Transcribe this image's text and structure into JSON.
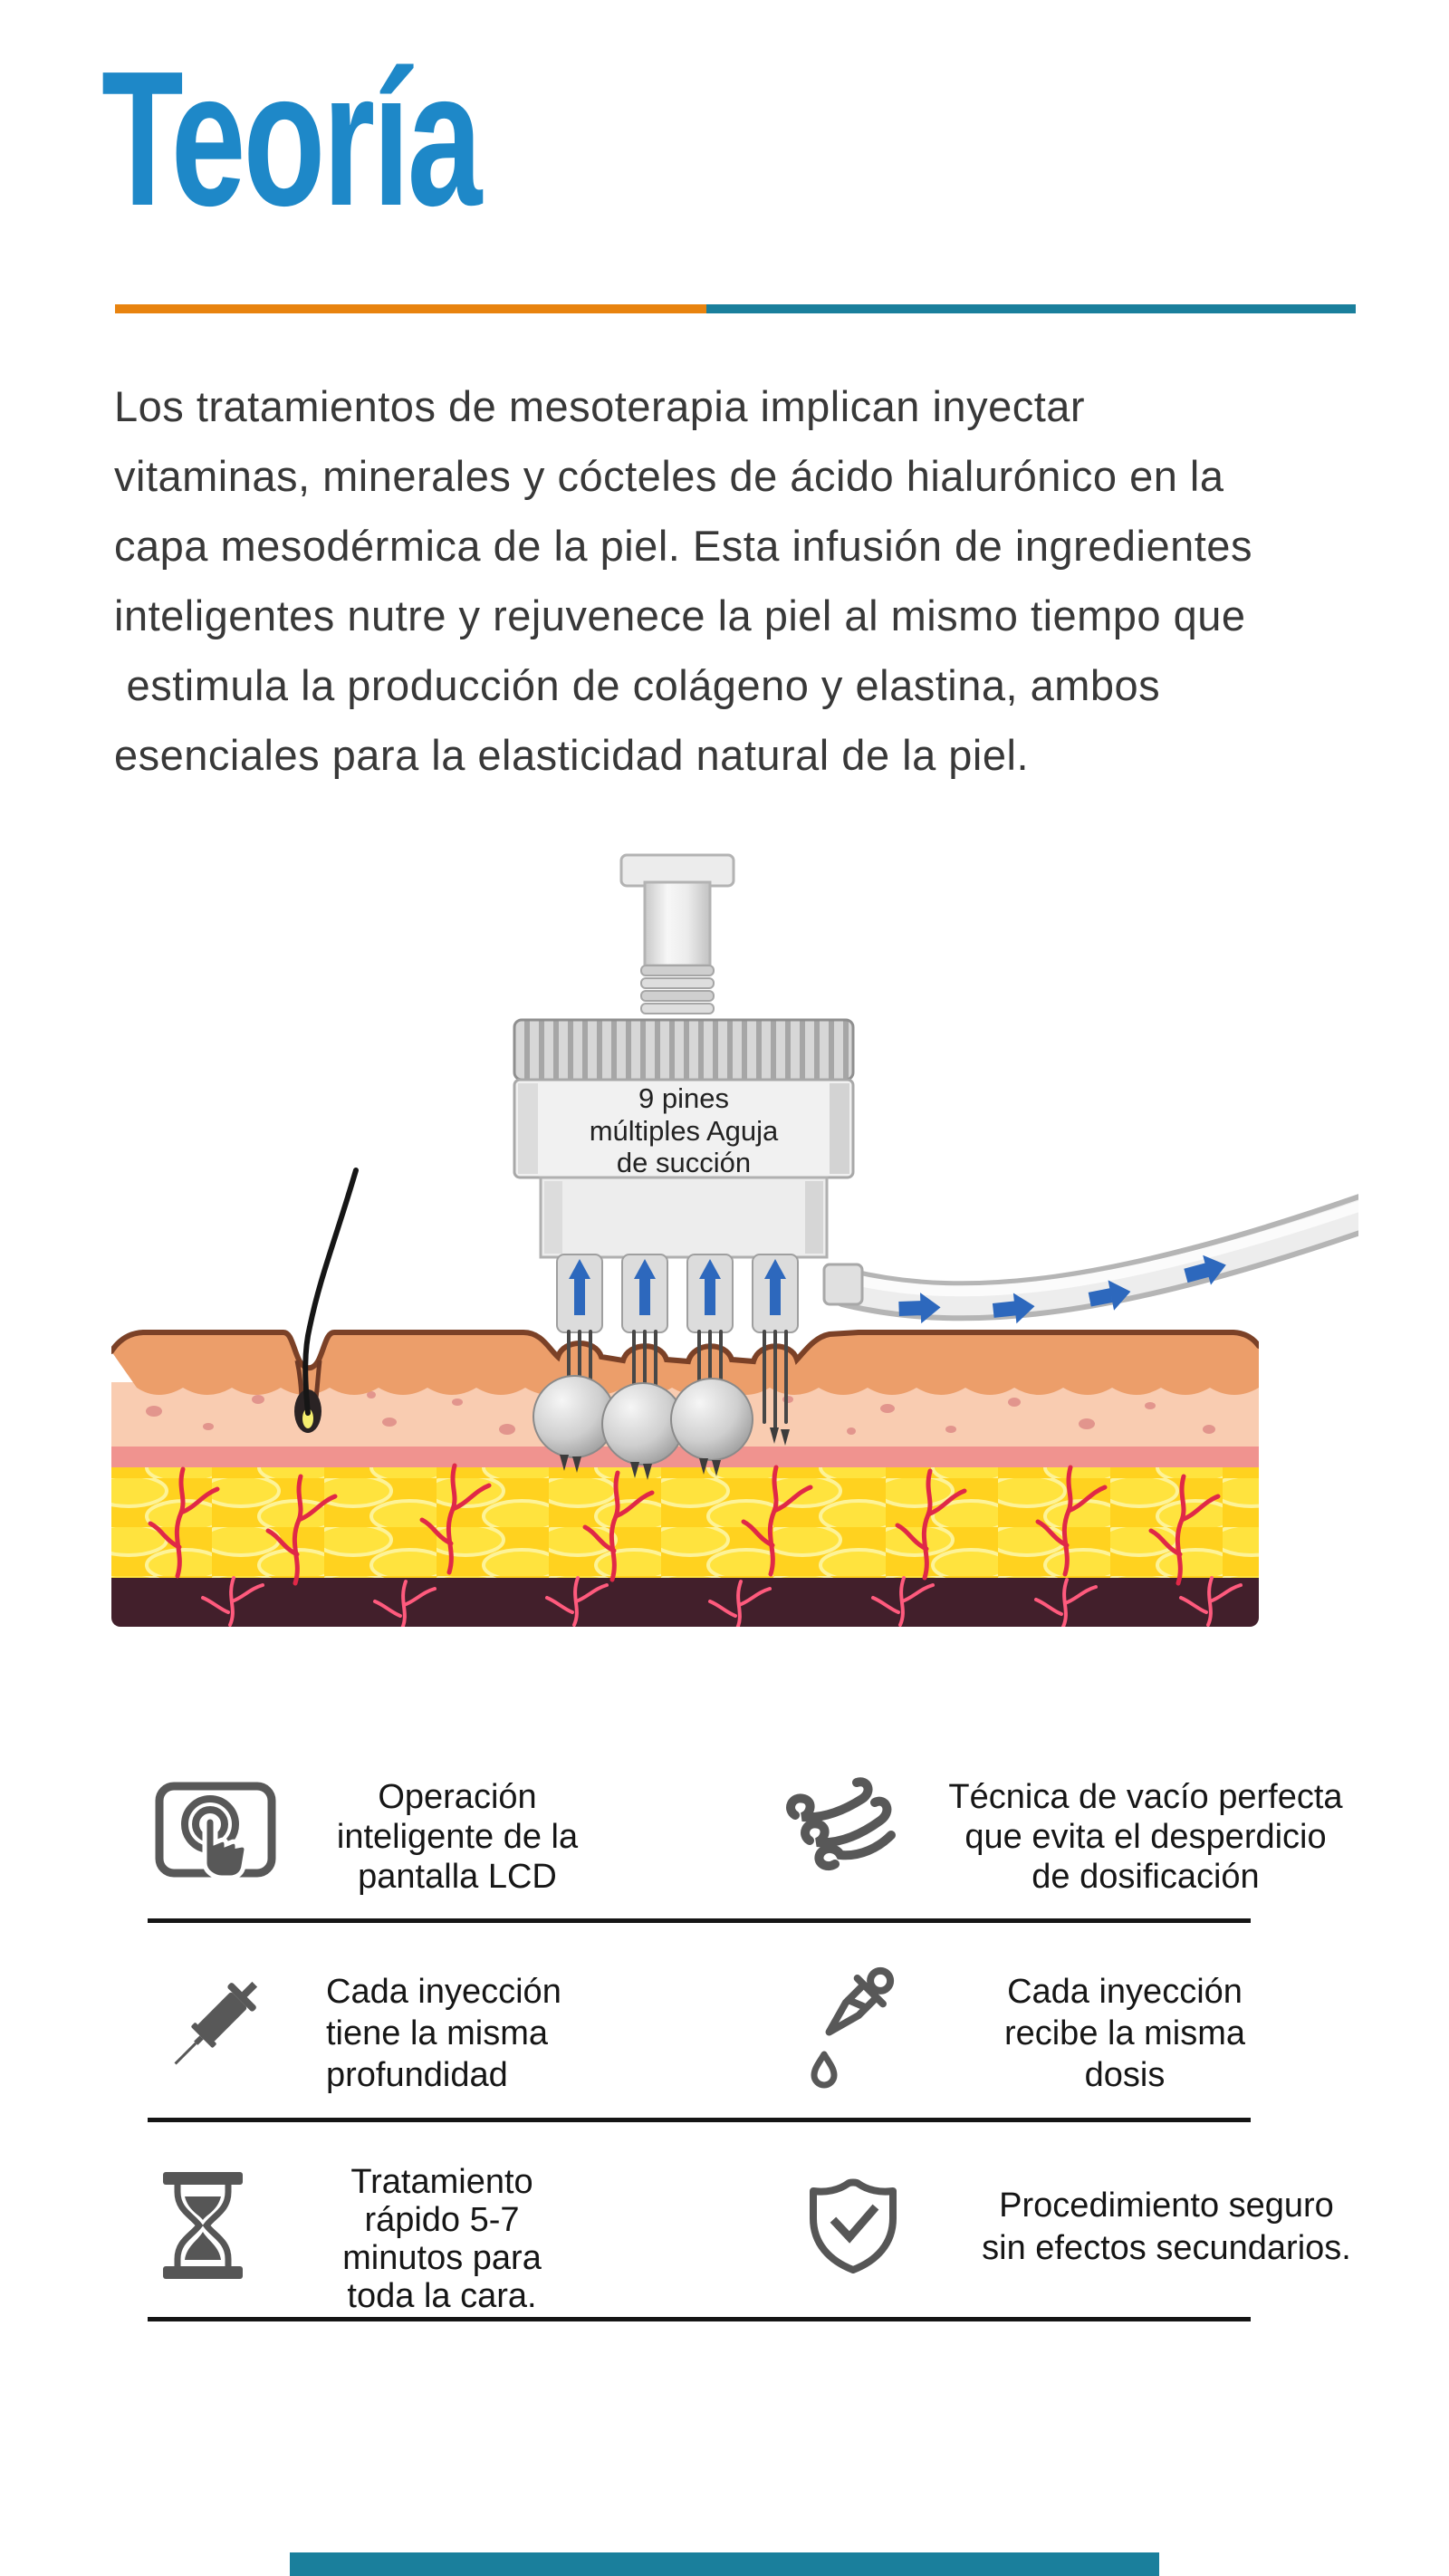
{
  "title": "Teoría",
  "accent": {
    "title_blue": "#1e88c8",
    "divider_orange": "#e8830f",
    "divider_teal": "#1a7f9c",
    "footer_teal": "#1a7f9c"
  },
  "paragraph": {
    "lines": [
      "Los tratamientos de mesoterapia implican inyectar",
      "vitaminas, minerales y cócteles de ácido hialurónico en la",
      "capa mesodérmica de la piel. Esta infusión de ingredientes",
      "inteligentes nutre y rejuvenece la piel al mismo tiempo que",
      " estimula la producción de colágeno y elastina, ambos",
      "esenciales para la elasticidad natural de la piel."
    ]
  },
  "illustration": {
    "device_label": {
      "line1": "9 pines",
      "line2": "múltiples Aguja",
      "line3": "de succión"
    }
  },
  "features": {
    "rows": [
      {
        "left": {
          "icon": "touchscreen-icon",
          "lines": [
            "Operación",
            "inteligente de la",
            "pantalla LCD"
          ]
        },
        "right": {
          "icon": "wind-icon",
          "lines": [
            "Técnica de vacío perfecta",
            "que evita el desperdicio",
            "de dosificación"
          ]
        }
      },
      {
        "left": {
          "icon": "syringe-icon",
          "lines": [
            "Cada inyección",
            "tiene la misma",
            "profundidad"
          ]
        },
        "right": {
          "icon": "dropper-icon",
          "lines": [
            "Cada inyección",
            "recibe la misma",
            "dosis"
          ]
        }
      },
      {
        "left": {
          "icon": "hourglass-icon",
          "lines": [
            "Tratamiento",
            "rápido 5-7",
            "minutos para",
            "toda la cara."
          ]
        },
        "right": {
          "icon": "shield-check-icon",
          "lines": [
            "Procedimiento seguro",
            "sin efectos secundarios."
          ]
        }
      }
    ]
  }
}
